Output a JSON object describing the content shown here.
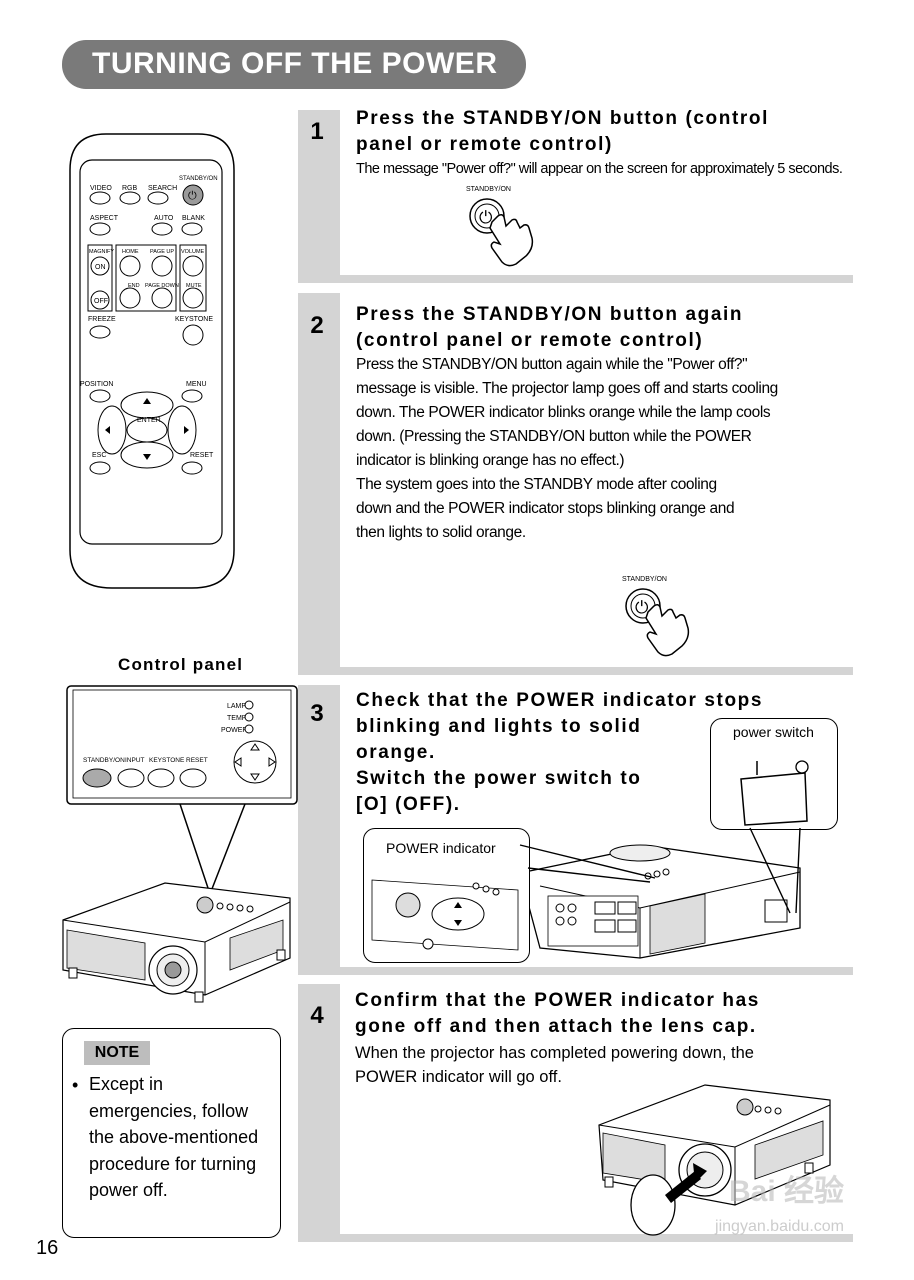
{
  "title": "TURNING OFF THE POWER",
  "page_number": "16",
  "steps": [
    {
      "number": "1",
      "heading": [
        "Press the STANDBY/ON button (control",
        "panel or remote control)"
      ],
      "text": "The message \"Power off?\" will appear on the screen for approximately 5 seconds.",
      "illustration_label": "STANDBY/ON"
    },
    {
      "number": "2",
      "heading": [
        "Press the STANDBY/ON button again",
        "(control panel or remote control)"
      ],
      "text": [
        "Press the STANDBY/ON button again while the \"Power off?\"",
        "message is visible. The projector lamp goes off and starts cooling",
        "down. The POWER indicator blinks orange while the lamp cools",
        "down. (Pressing the STANDBY/ON button while the POWER",
        "indicator is blinking orange has no effect.)",
        "The system goes into the STANDBY mode after cooling",
        "down and the POWER indicator stops blinking orange and",
        "then lights to solid orange."
      ],
      "illustration_label": "STANDBY/ON"
    },
    {
      "number": "3",
      "heading": [
        "Check that the POWER indicator stops",
        "blinking and lights to solid",
        "orange.",
        "Switch the power switch to",
        "[O] (OFF)."
      ],
      "callout_power_switch": "power switch",
      "callout_power_indicator": "POWER indicator"
    },
    {
      "number": "4",
      "heading": [
        "Confirm that the POWER indicator has",
        "gone off and then attach the lens cap."
      ],
      "text": [
        "When the projector has completed powering down, the",
        "POWER indicator will go off."
      ]
    }
  ],
  "remote": {
    "labels": {
      "standby": "STANDBY/ON",
      "video": "VIDEO",
      "rgb": "RGB",
      "search": "SEARCH",
      "aspect": "ASPECT",
      "auto": "AUTO",
      "blank": "BLANK",
      "magnify": "MAGNIFY",
      "home": "HOME",
      "page_up": "PAGE UP",
      "volume": "VOLUME",
      "on": "ON",
      "off": "OFF",
      "end": "END",
      "page_down": "PAGE DOWN",
      "mute": "MUTE",
      "freeze": "FREEZE",
      "keystone": "KEYSTONE",
      "position": "POSITION",
      "menu": "MENU",
      "enter": "ENTER",
      "esc": "ESC",
      "reset": "RESET"
    }
  },
  "control_panel": {
    "label": "Control panel",
    "indicators": [
      "LAMP",
      "TEMP",
      "POWER"
    ],
    "buttons": [
      "STANDBY/ON",
      "INPUT",
      "KEYSTONE",
      "RESET"
    ]
  },
  "note": {
    "tag": "NOTE",
    "bullet": "•",
    "text": "Except in emergencies, follow the above-mentioned procedure for turning power off."
  },
  "watermark": {
    "brand": "Bai 经验",
    "url": "jingyan.baidu.com"
  }
}
